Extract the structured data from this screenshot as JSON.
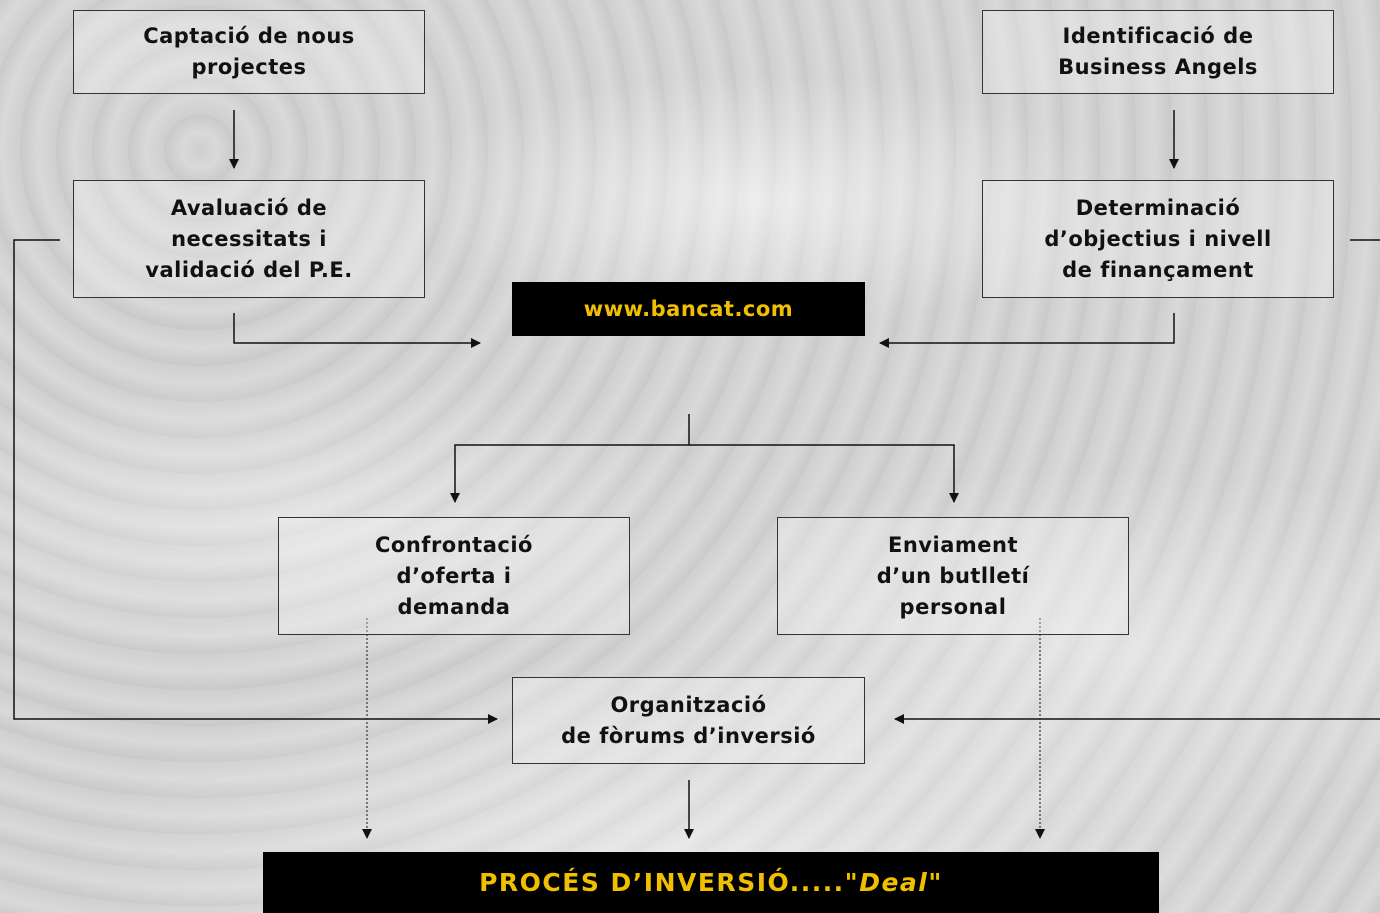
{
  "boxes": {
    "captacio": "Captació de nous\nprojectes",
    "identificacio": "Identificació de\nBusiness Angels",
    "avaluacio": "Avaluació de\nnecessitats i\nvalidació del P.E.",
    "determinacio": "Determinació\nd’objectius i nivell\nde finançament",
    "confrontacio": "Confrontació\nd’oferta     i\ndemanda",
    "enviament": "Enviament\nd’un butlletí\npersonal",
    "organitzacio": "Organització\nde fòrums d’inversió"
  },
  "website": {
    "label": "www.bancat.com"
  },
  "result": {
    "prefix": "PROCÉS D’INVERSIÓ.....\"",
    "italic": "Deal",
    "suffix": "\""
  },
  "colors": {
    "highlight_text": "#f0c000",
    "highlight_bg": "#000000",
    "line": "#111111"
  }
}
